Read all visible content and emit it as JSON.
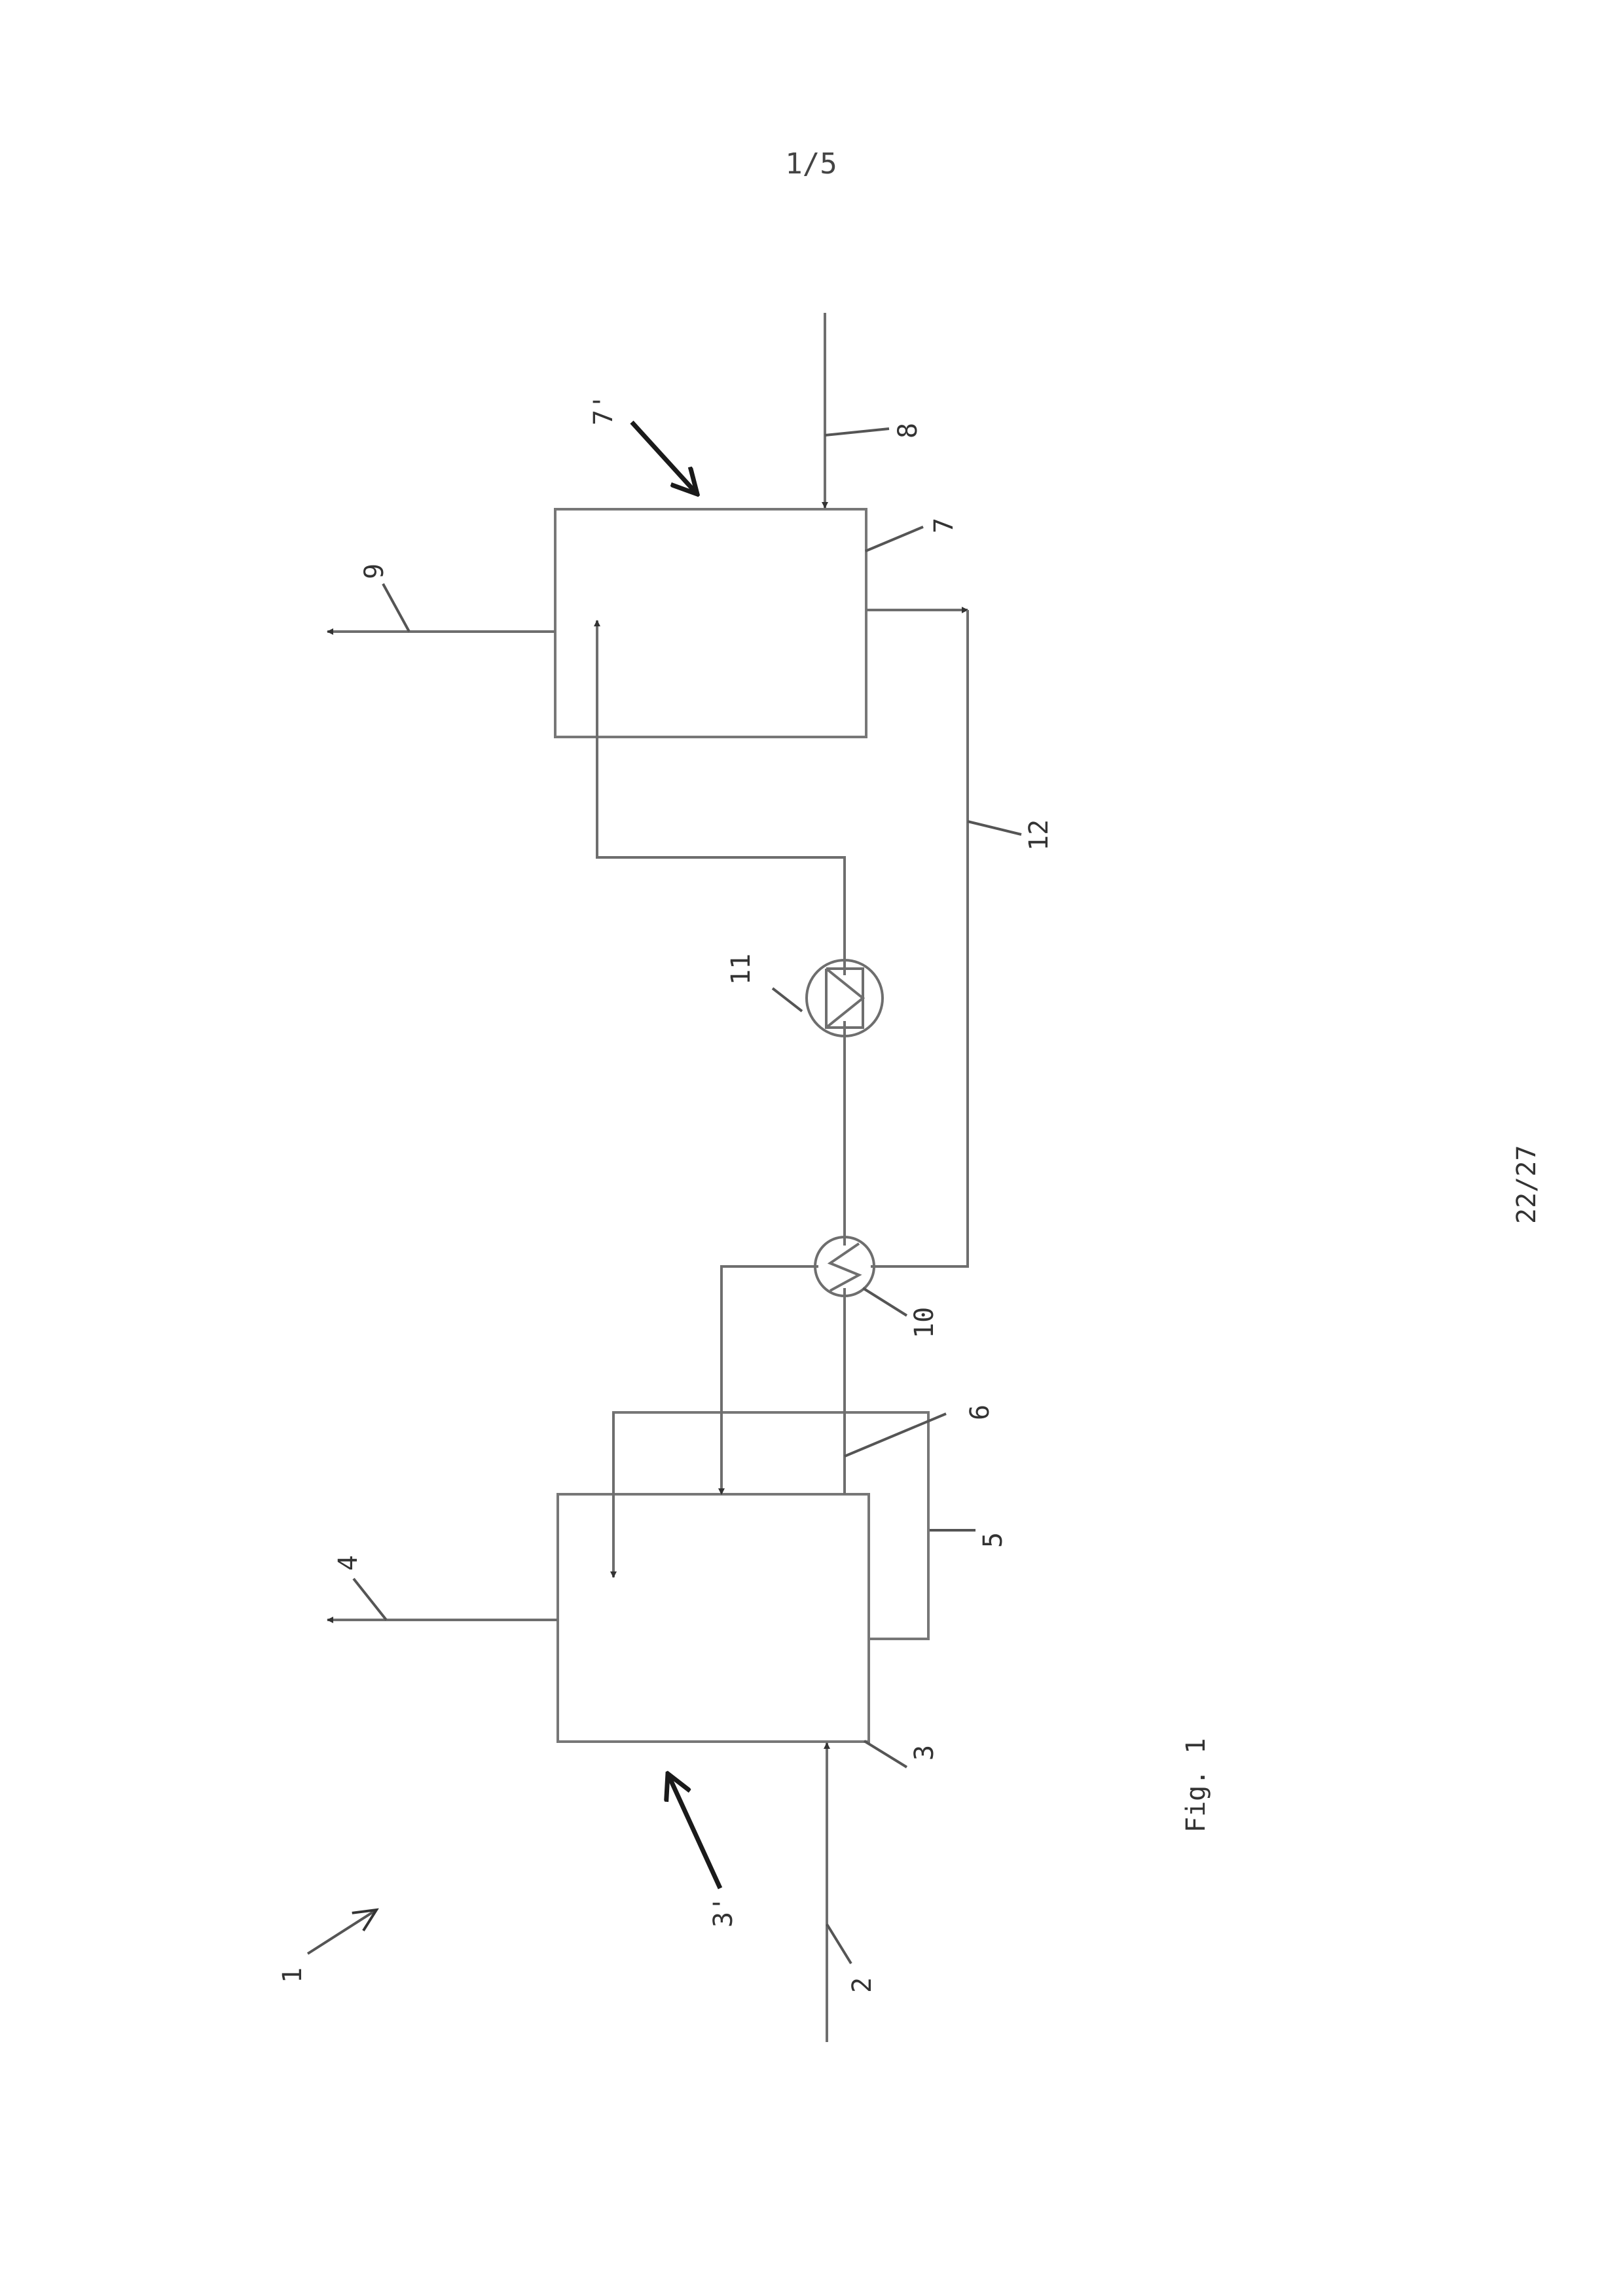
{
  "page": {
    "number": "1/5",
    "sheet": "22/27",
    "caption": "Fig. 1"
  },
  "labels": {
    "system": "1",
    "feed": "2",
    "reactor": "3",
    "reactor_arrow": "3'",
    "outlet": "4",
    "jacket": "5",
    "jacket_line": "6",
    "regenerator": "7",
    "regenerator_arrow": "7'",
    "regen_feed": "8",
    "regen_outlet": "9",
    "heat_exchanger": "10",
    "heater": "11",
    "return_line": "12"
  }
}
